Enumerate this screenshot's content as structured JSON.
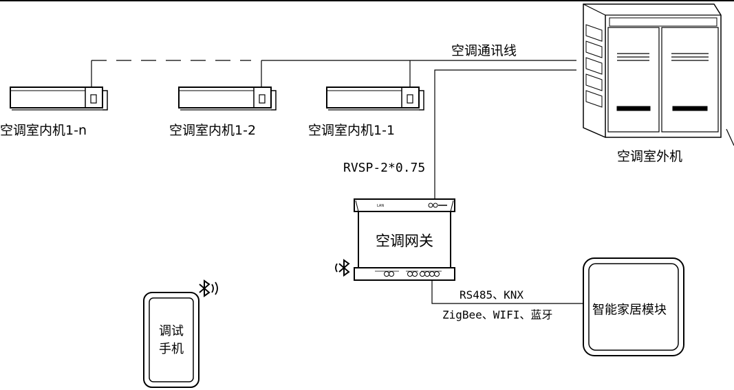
{
  "labels": {
    "comm_line": "空调通讯线",
    "indoor_1n": "空调室内机1-n",
    "indoor_12": "空调室内机1-2",
    "indoor_11": "空调室内机1-1",
    "outdoor": "空调室外机",
    "cable": "RVSP-2*0.75",
    "gateway": "空调网关",
    "protocols_1": "RS485、KNX",
    "protocols_2": "ZigBee、WIFI、蓝牙",
    "smart_home": "智能家居模块",
    "phone_line1": "调试",
    "phone_line2": "手机"
  },
  "icons": {
    "bluetooth_gateway": "bluetooth-icon",
    "bluetooth_phone": "bluetooth-icon"
  }
}
